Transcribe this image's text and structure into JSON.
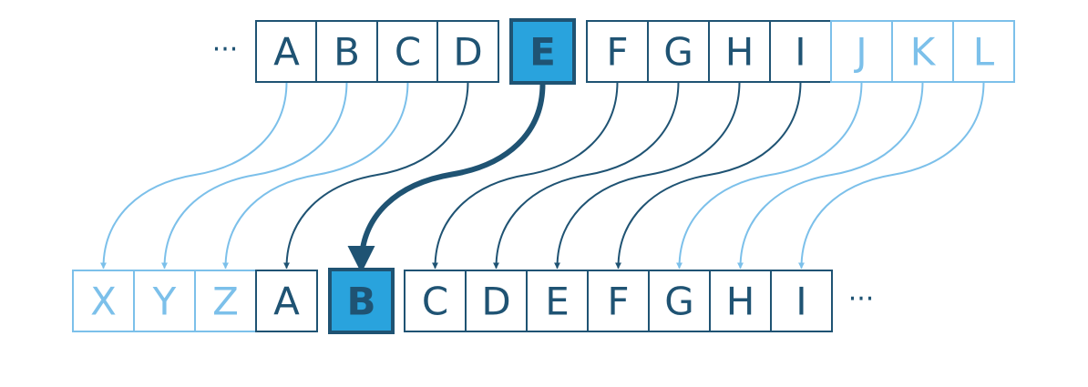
{
  "colors": {
    "dark": "#1f5373",
    "light": "#7cc0ea",
    "highlight_fill": "#29a3dd",
    "background": "#ffffff"
  },
  "ellipsis": "···",
  "top_row": {
    "letters": [
      "A",
      "B",
      "C",
      "D",
      "E",
      "F",
      "G",
      "H",
      "I",
      "J",
      "K",
      "L"
    ],
    "highlight": "E",
    "light": [
      "J",
      "K",
      "L"
    ]
  },
  "bottom_row": {
    "letters": [
      "X",
      "Y",
      "Z",
      "A",
      "B",
      "C",
      "D",
      "E",
      "F",
      "G",
      "H",
      "I"
    ],
    "highlight": "B",
    "light": [
      "X",
      "Y",
      "Z"
    ]
  },
  "mapping": {
    "shift": 3,
    "pairs": [
      [
        "A",
        "X"
      ],
      [
        "B",
        "Y"
      ],
      [
        "C",
        "Z"
      ],
      [
        "D",
        "A"
      ],
      [
        "E",
        "B"
      ],
      [
        "F",
        "C"
      ],
      [
        "G",
        "D"
      ],
      [
        "H",
        "E"
      ],
      [
        "I",
        "F"
      ],
      [
        "J",
        "G"
      ],
      [
        "K",
        "H"
      ],
      [
        "L",
        "I"
      ]
    ],
    "highlight_pair": [
      "E",
      "B"
    ]
  }
}
